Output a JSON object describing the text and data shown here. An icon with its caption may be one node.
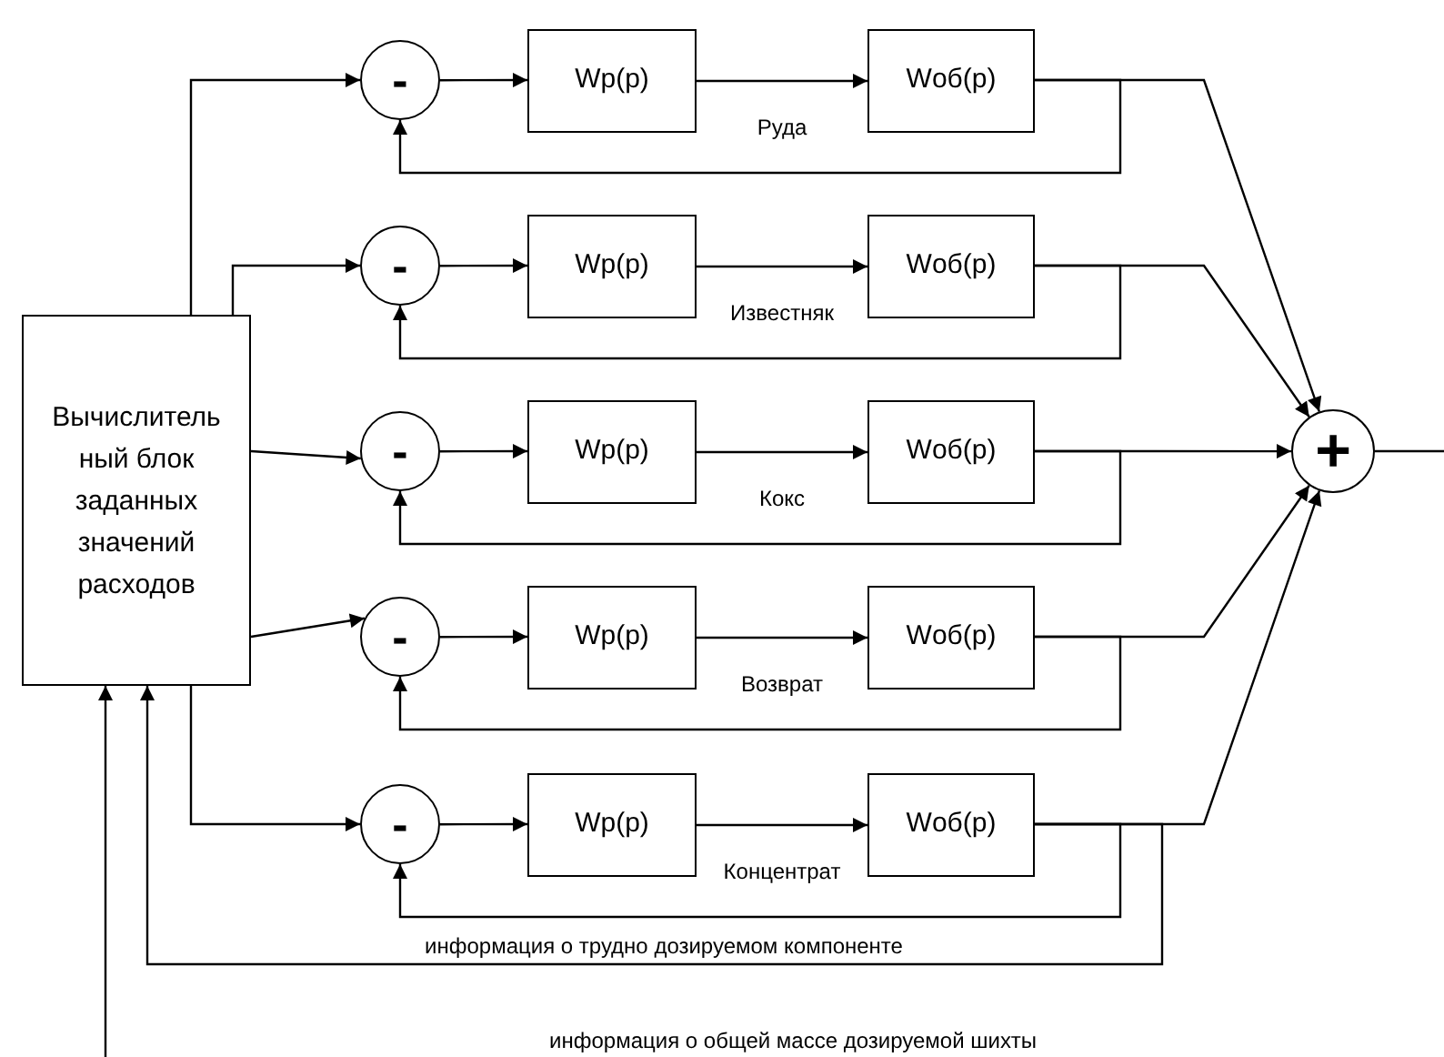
{
  "diagram": {
    "nodes": [
      {
        "text": [
          "Вычислитель ный блок заданных значений расходов"
        ]
      },
      {
        "text": [
          "-"
        ]
      },
      {
        "text": [
          "Wp(p)"
        ]
      },
      {
        "text": [
          "Wоб(p)"
        ]
      },
      {
        "text": [
          "-"
        ]
      },
      {
        "text": [
          "Wp(p)"
        ]
      },
      {
        "text": [
          "Wоб(p)"
        ]
      },
      {
        "text": [
          "-"
        ]
      },
      {
        "text": [
          "Wp(p)"
        ]
      },
      {
        "text": [
          "Wоб(p)"
        ]
      },
      {
        "text": [
          "-"
        ]
      },
      {
        "text": [
          "Wp(p)"
        ]
      },
      {
        "text": [
          "Wоб(p)"
        ]
      },
      {
        "text": [
          "-"
        ]
      },
      {
        "text": [
          "Wp(p)"
        ]
      },
      {
        "text": [
          "Wоб(p)"
        ]
      },
      {
        "text": [
          "+"
        ]
      }
    ],
    "edges": [
      {
        "from": 0,
        "to": 1,
        "arrow": "to"
      },
      {
        "from": 1,
        "to": 2,
        "arrow": "to"
      },
      {
        "from": 2,
        "to": 3,
        "arrow": "to",
        "label": "Руда"
      },
      {
        "from": 3,
        "to": 1,
        "arrow": "to"
      },
      {
        "from": 3,
        "to": 16,
        "arrow": "to"
      },
      {
        "from": 0,
        "to": 4,
        "arrow": "to"
      },
      {
        "from": 4,
        "to": 5,
        "arrow": "to"
      },
      {
        "from": 5,
        "to": 6,
        "arrow": "to",
        "label": "Известняк"
      },
      {
        "from": 6,
        "to": 4,
        "arrow": "to"
      },
      {
        "from": 6,
        "to": 16,
        "arrow": "to"
      },
      {
        "from": 0,
        "to": 7,
        "arrow": "to"
      },
      {
        "from": 7,
        "to": 8,
        "arrow": "to"
      },
      {
        "from": 8,
        "to": 9,
        "arrow": "to",
        "label": "Кокс"
      },
      {
        "from": 9,
        "to": 7,
        "arrow": "to"
      },
      {
        "from": 9,
        "to": 16,
        "arrow": "to"
      },
      {
        "from": 0,
        "to": 10,
        "arrow": "to"
      },
      {
        "from": 10,
        "to": 11,
        "arrow": "to"
      },
      {
        "from": 11,
        "to": 12,
        "arrow": "to",
        "label": "Возврат"
      },
      {
        "from": 12,
        "to": 10,
        "arrow": "to"
      },
      {
        "from": 12,
        "to": 16,
        "arrow": "to"
      },
      {
        "from": 0,
        "to": 13,
        "arrow": "to"
      },
      {
        "from": 13,
        "to": 14,
        "arrow": "to"
      },
      {
        "from": 14,
        "to": 15,
        "arrow": "to",
        "label": "Концентрат"
      },
      {
        "from": 15,
        "to": 13,
        "arrow": "to"
      },
      {
        "from": 15,
        "to": 16,
        "arrow": "to"
      },
      {
        "from": 15,
        "to": 0,
        "arrow": "to",
        "label": "информация о трудно дозируемом компоненте"
      },
      {
        "from": null,
        "to": 0,
        "arrow": "to"
      },
      {
        "from": 16,
        "to": null,
        "arrow": "none"
      }
    ],
    "labels": [
      "информация о общей массе дозируемой шихты"
    ]
  }
}
